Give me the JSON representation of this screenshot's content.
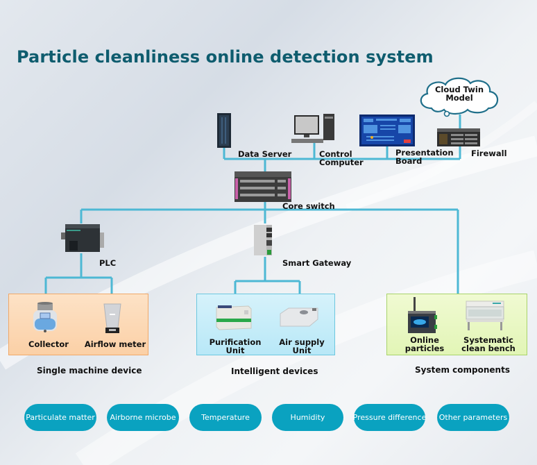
{
  "title": "Particle cleanliness online detection system",
  "colors": {
    "title": "#0e5c6e",
    "connector": "#4db8d4",
    "pill_bg": "#0aa2c0",
    "pill_text": "#ffffff",
    "single_machine_box": "#fbd6b0",
    "intelligent_box": "#c6ecf8",
    "system_box": "#e8f7c2"
  },
  "top_network": {
    "cloud": "Cloud Twin Model",
    "cloud_lines": [
      "Cloud Twin",
      "Model"
    ],
    "nodes": [
      {
        "id": "data-server",
        "label": "Data Server",
        "icon": "server-rack-icon"
      },
      {
        "id": "control-computer",
        "label_lines": [
          "Control",
          "Computer"
        ],
        "icon": "desktop-computer-icon"
      },
      {
        "id": "presentation-board",
        "label_lines": [
          "Presentation",
          "Board"
        ],
        "icon": "dashboard-screen-icon"
      },
      {
        "id": "firewall",
        "label": "Firewall",
        "icon": "firewall-appliance-icon"
      }
    ],
    "core_switch": {
      "label": "Core switch",
      "icon": "network-switch-icon"
    }
  },
  "middle": {
    "plc": {
      "label": "PLC",
      "icon": "plc-module-icon"
    },
    "gateway": {
      "label": "Smart Gateway",
      "icon": "gateway-device-icon"
    }
  },
  "groups": [
    {
      "id": "single-machine",
      "caption": "Single machine device",
      "devices": [
        {
          "label_lines": [
            "Collector"
          ],
          "icon": "collector-icon"
        },
        {
          "label_lines": [
            "Airflow meter"
          ],
          "icon": "airflow-meter-icon"
        }
      ]
    },
    {
      "id": "intelligent",
      "caption": "Intelligent devices",
      "devices": [
        {
          "label_lines": [
            "Purification",
            "Unit"
          ],
          "icon": "purification-unit-icon"
        },
        {
          "label_lines": [
            "Air supply",
            "Unit"
          ],
          "icon": "air-supply-unit-icon"
        }
      ]
    },
    {
      "id": "system-components",
      "caption": "System components",
      "devices": [
        {
          "label_lines": [
            "Online",
            "particles"
          ],
          "icon": "particle-counter-icon"
        },
        {
          "label_lines": [
            "Systematic",
            "clean bench"
          ],
          "icon": "clean-bench-icon"
        }
      ]
    }
  ],
  "parameters": [
    "Particulate matter",
    "Airborne microbe",
    "Temperature",
    "Humidity",
    "Pressure difference",
    "Other parameters"
  ]
}
